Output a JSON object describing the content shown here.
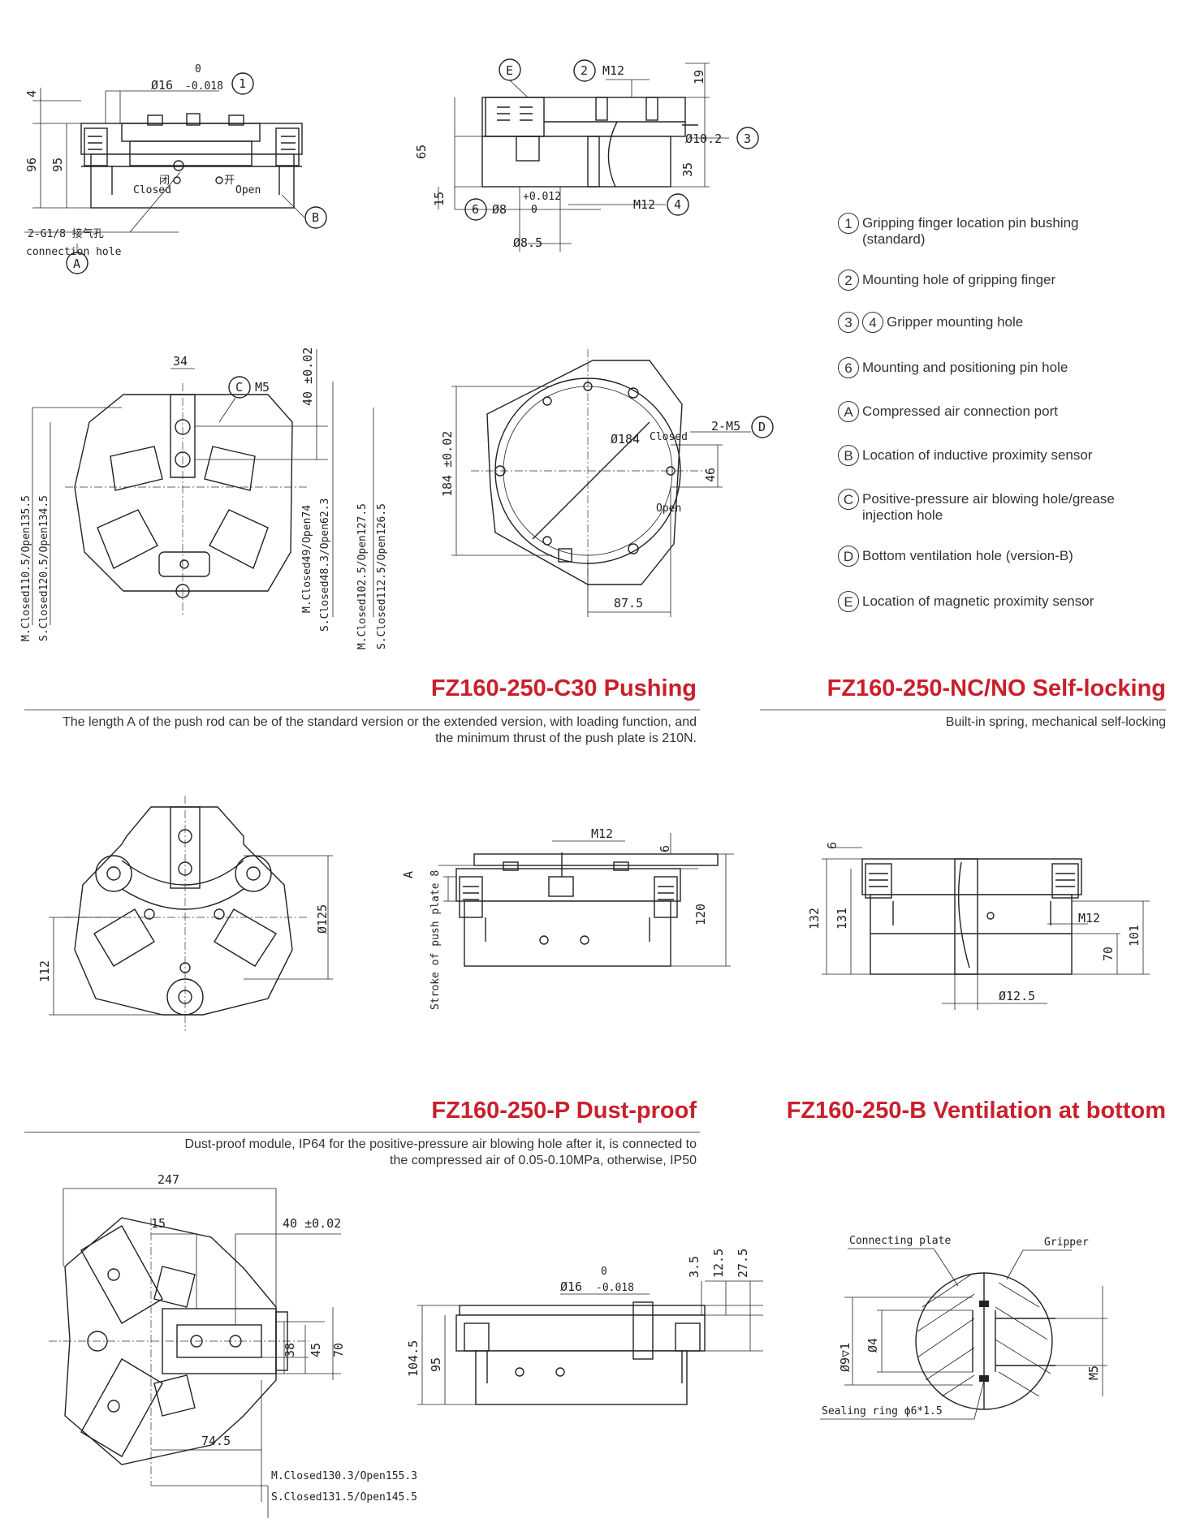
{
  "legend": [
    {
      "marks": [
        "1"
      ],
      "text": "Gripping finger location pin bushing (standard)"
    },
    {
      "marks": [
        "2"
      ],
      "text": "Mounting hole of gripping finger"
    },
    {
      "marks": [
        "3",
        "4"
      ],
      "text": "Gripper mounting hole"
    },
    {
      "marks": [
        "6"
      ],
      "text": "Mounting and positioning pin hole"
    },
    {
      "marks": [
        "A"
      ],
      "text": "Compressed air connection port"
    },
    {
      "marks": [
        "B"
      ],
      "text": "Location of inductive proximity sensor"
    },
    {
      "marks": [
        "C"
      ],
      "text": "Positive-pressure air blowing hole/grease injection hole"
    },
    {
      "marks": [
        "D"
      ],
      "text": "Bottom ventilation hole (version-B)"
    },
    {
      "marks": [
        "E"
      ],
      "text": "Location of magnetic proximity sensor"
    }
  ],
  "sections": {
    "c30": {
      "title": "FZ160-250-C30 Pushing",
      "desc": "The length A of the push rod can be of the standard version or the extended version, with loading function, and the minimum thrust of the push plate is 210N."
    },
    "nc": {
      "title": "FZ160-250-NC/NO Self-locking",
      "desc": "Built-in spring, mechanical self-locking"
    },
    "p": {
      "title": "FZ160-250-P Dust-proof",
      "desc": "Dust-proof module, IP64 for the positive-pressure air blowing hole after it, is connected to the compressed air of 0.05-0.10MPa, otherwise, IP50"
    },
    "b": {
      "title": "FZ160-250-B Ventilation at bottom"
    }
  },
  "dims": {
    "d16": "Ø16",
    "tol0": "0",
    "tol018": "-0.018",
    "d96": "96",
    "d95": "95",
    "d4": "4",
    "closed_cn": "闭",
    "closed": "Closed",
    "open_cn": "开",
    "open": "Open",
    "g18": "2-G1/8 接气孔",
    "conn_hole": "connection hole",
    "m12": "M12",
    "d19": "19",
    "d65": "65",
    "d102": "Ø10.2",
    "d35": "35",
    "d15": "15",
    "d8": "Ø8",
    "tolp012": "+0.012",
    "d85": "Ø8.5",
    "d34": "34",
    "m5": "M5",
    "d40": "40 ±0.02",
    "m_closed_1": "M.Closed110.5/Open135.5",
    "s_closed_1": "S.Closed120.5/Open134.5",
    "m_closed_2": "M.Closed49/Open74",
    "s_closed_2": "S.Closed48.3/Open62.3",
    "m_closed_3": "M.Closed102.5/Open127.5",
    "s_closed_3": "S.Closed112.5/Open126.5",
    "d184v": "184 ±0.02",
    "d184": "Ø184",
    "closed2": "Closed",
    "m5b": "2-M5",
    "d46": "46",
    "open2": "Open",
    "d875": "87.5",
    "d125": "Ø125",
    "d112": "112",
    "m12b": "M12",
    "d6": "6",
    "a": "A",
    "stroke": "Stroke of push plate 8",
    "d120": "120",
    "d132": "132",
    "d131": "131",
    "m12c": "M12",
    "d70": "70",
    "d101": "101",
    "d125b": "Ø12.5",
    "d247": "247",
    "d15b": "15",
    "d40b": "40 ±0.02",
    "d38": "38",
    "d45": "45",
    "d70b": "70",
    "d745": "74.5",
    "m_closed_4": "M.Closed130.3/Open155.3",
    "s_closed_4": "S.Closed131.5/Open145.5",
    "d16b": "Ø16",
    "tol0b": "0",
    "tol018b": "-0.018",
    "d35b": "3.5",
    "d125c": "12.5",
    "d275": "27.5",
    "d1045": "104.5",
    "d95b": "95",
    "conn_plate": "Connecting plate",
    "gripper": "Gripper",
    "d9": "Ø9▽1",
    "d4b": "Ø4",
    "m5c": "M5",
    "seal": "Sealing ring ϕ6*1.5"
  },
  "colors": {
    "accent": "#c8202c",
    "line": "#222222"
  }
}
